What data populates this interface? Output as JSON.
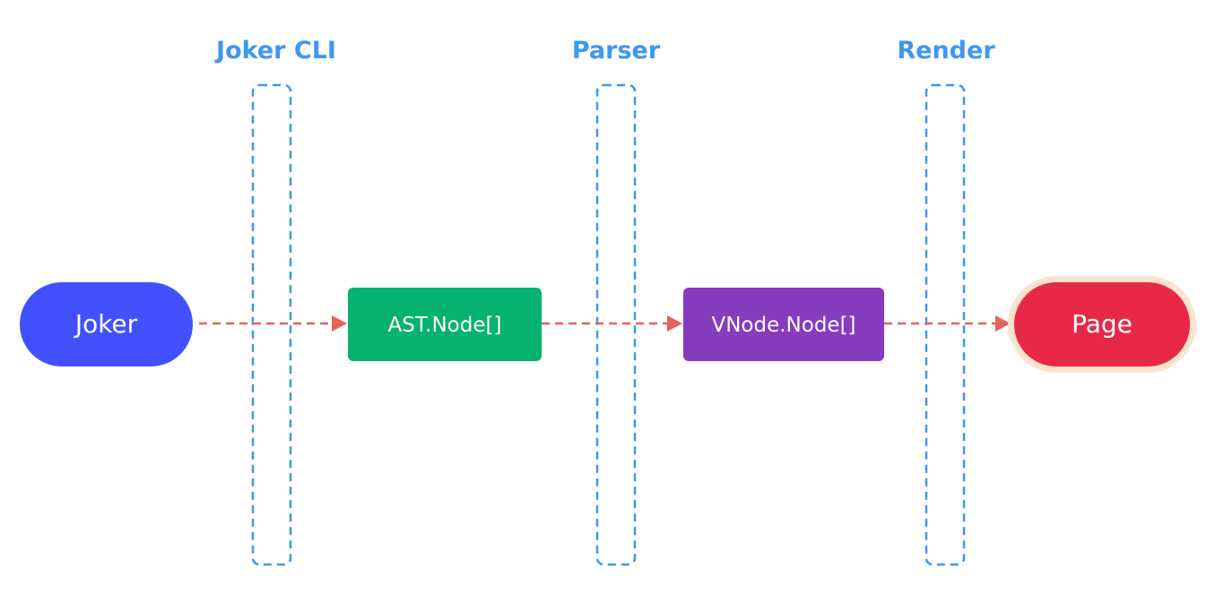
{
  "stages": [
    {
      "id": "joker-cli",
      "title": "Joker CLI"
    },
    {
      "id": "parser",
      "title": "Parser"
    },
    {
      "id": "render",
      "title": "Render"
    }
  ],
  "nodes": [
    {
      "id": "joker",
      "label": "Joker",
      "color": "#4251ff",
      "shape": "pill"
    },
    {
      "id": "ast",
      "label": "AST.Node[]",
      "color": "#05b26e",
      "shape": "rounded-rect"
    },
    {
      "id": "vnode",
      "label": "VNode.Node[]",
      "color": "#873bbf",
      "shape": "rounded-rect"
    },
    {
      "id": "page",
      "label": "Page",
      "color": "#e82847",
      "shape": "pill",
      "halo": "#fbe3cf"
    }
  ],
  "colors": {
    "stage": "#3d97f3",
    "edge": "#e8615a"
  },
  "edges": [
    {
      "from": "joker",
      "to": "ast"
    },
    {
      "from": "ast",
      "to": "vnode"
    },
    {
      "from": "vnode",
      "to": "page"
    }
  ]
}
